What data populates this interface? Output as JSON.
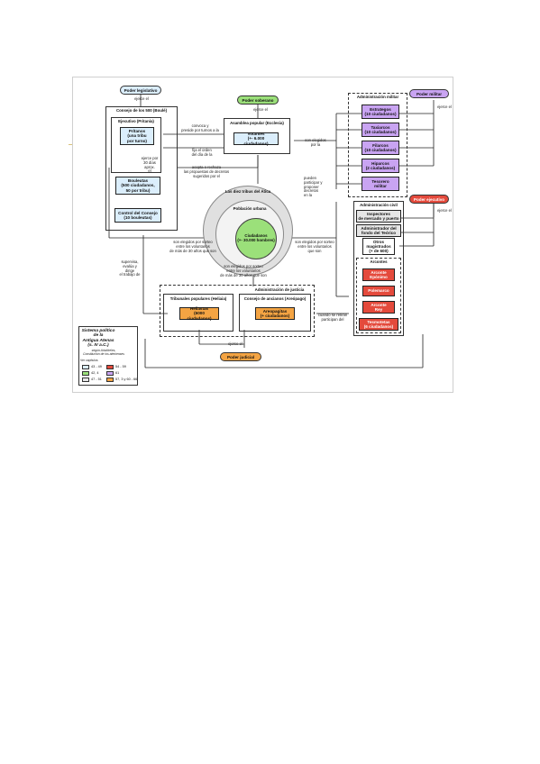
{
  "pills": {
    "legislativo": "Poder legislativo",
    "soberano": "Poder soberano",
    "militar": "Poder militar",
    "ejecutivo": "Poder ejecutivo",
    "judicial": "Poder judicial"
  },
  "boule": {
    "title": "Consejo de los 500 (Boulé)",
    "ejecutivo_title": "Ejecutivo (Pritanía)",
    "pritanos": "Prítanos\n(una tribu\npor turno)",
    "bouleutas": "Bouleutas\n(500 ciudadanos,\n50 por tribu)",
    "control": "Control del Consejo\n(10 bouleutas)"
  },
  "asamblea": {
    "title": "Asamblea popular (Ecclesia)",
    "votantes": "Votantes\n(+- 6.000 ciudadanos)"
  },
  "militar": {
    "title": "Administración militar",
    "items": [
      "Estrategos\n(10 ciudadanos)",
      "Taxiarcos\n(10 ciudadanos)",
      "Filarcos\n(10 ciudadanos)",
      "Hiparcos\n(2 ciudadanos)",
      "Tesorero\nmilitar"
    ]
  },
  "civil": {
    "title": "Administración civil",
    "items": [
      "Inspectores\nde mercado y puerto",
      "Administrador del\nfondo del Teórico",
      "Otros\nmagistrados\n(+ de 600)"
    ]
  },
  "arcontes": {
    "title": "Arcontes",
    "items": [
      "Arconte\nEpónimo",
      "Polemarco",
      "Arconte\nRey",
      "Tesmotetas\n(6 ciudadanos)"
    ]
  },
  "circles": {
    "tribus": "Las diez tribus del Ática",
    "urbana": "Población urbana",
    "ciudadanos": "Ciudadanos\n(+- 30.000 hombres)"
  },
  "justicia": {
    "title": "Administración de justicia",
    "tribunales": "Tribunales populares (Heliaia)",
    "heliastas": "Heliastas\n(6000 ciudadanos)",
    "ancianos": "Consejo de ancianos (Areópago)",
    "areopagitas": "Areopagitas\n(+ ciudadanos)"
  },
  "labels": {
    "ejerce_leg": "ejerce el",
    "ejerce_sob": "ejerce el",
    "ejerce_mil": "ejerce el",
    "ejerce_ejec": "ejerce el",
    "ejerce_jud": "ejerce el",
    "convoca": "convoca y\npreside por turnos a la",
    "fija": "fija el orden\ndel día de la",
    "acepta": "acepta o rechaza\nlas propuestas de decretos\nsugeridos por el",
    "eleccion": "ejerce por\n30 días aprox.\nel",
    "elegidos_asamblea": "son elegidos\npor la",
    "pueden": "pueden\nparticipar y\nproponer\ndecretos\nen la",
    "sorteo_izq": "son elegidos por sorteo\nentre los voluntarios\nde más de 30 años que son",
    "sorteo_der": "son elegidos por sorteo\nentre los voluntarios\nque son",
    "sorteo_centro": "son elegidos por sorteo\nentre los voluntarios\nde más de 30 años que son",
    "supervisa": "supervisa,\nevalúa y\ndirige\nel trabajo de",
    "retiro": "cuando se retiran\nparticipan del"
  },
  "legend": {
    "title": "Sistema político\nde la\nAntigua Atenas\n(s. IV a.C.)",
    "subtitle": "según Aristóteles,\nConstitución de los atenienses",
    "caption": "Ver capítulos",
    "items": [
      {
        "label": "43 - 49",
        "color": "#dbeefc"
      },
      {
        "label": "54 - 59",
        "color": "#e44a3c"
      },
      {
        "label": "42, 4",
        "color": "#9be07a"
      },
      {
        "label": "61",
        "color": "#c9a4f2"
      },
      {
        "label": "47 - 51",
        "color": "#e6e6e6"
      },
      {
        "label": "57, 3 y 60 - 66",
        "color": "#f4a443"
      }
    ]
  }
}
